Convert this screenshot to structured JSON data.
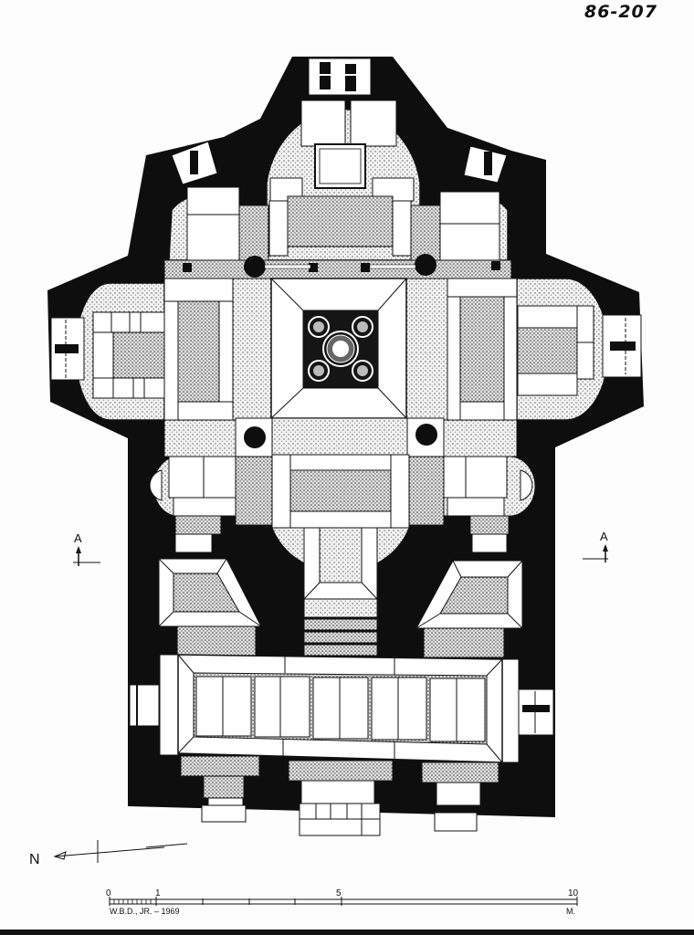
{
  "catalog_number": "86-207",
  "drawing": {
    "type": "architectural floor plan",
    "colors": {
      "wall": "#0e0e0e",
      "paper": "#fdfdfd",
      "stipple": "#bdbdbd",
      "line": "#111111"
    }
  },
  "section_markers": {
    "left": {
      "label": "A"
    },
    "right": {
      "label": "A"
    }
  },
  "north_arrow": {
    "label": "N"
  },
  "scale_bar": {
    "ticks": [
      "0",
      "1",
      "5",
      "10"
    ],
    "unit": "M.",
    "credit": "W.B.D., JR. – 1969"
  }
}
